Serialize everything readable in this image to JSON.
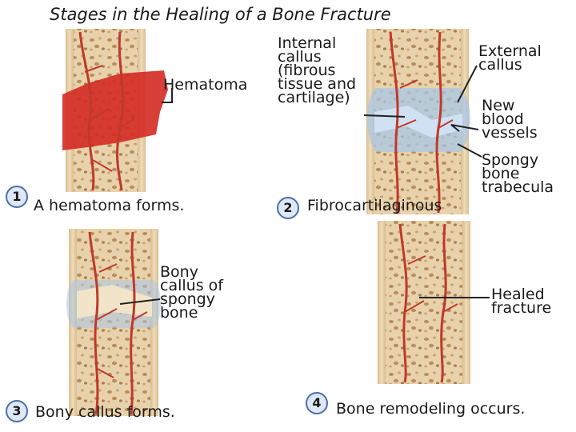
{
  "title": "Stages in the Healing of a Bone Fracture",
  "stages": [
    {
      "number": "1",
      "caption": "A hematoma forms."
    },
    {
      "number": "2",
      "caption": "Fibrocartilaginous"
    },
    {
      "number": "3",
      "caption": "Bony callus forms."
    },
    {
      "number": "4",
      "caption": "Bone remodeling occurs."
    }
  ],
  "labels": {
    "hematoma": "Hematoma",
    "internal_callus": [
      "Internal",
      "callus",
      "(fibrous",
      "tissue and",
      "cartilage)"
    ],
    "external_callus": [
      "External",
      "callus"
    ],
    "new_blood_vessels": [
      "New",
      "blood",
      "vessels"
    ],
    "spongy_bone_trabecula": [
      "Spongy",
      "bone",
      "trabecula"
    ],
    "bony_callus": [
      "Bony",
      "callus of",
      "spongy",
      "bone"
    ],
    "healed_fracture": [
      "Healed",
      "fracture"
    ]
  },
  "colors": {
    "bone": "#e8d2ab",
    "bone_spots": "#b98d5c",
    "vessel": "#c0392b",
    "hematoma": "#d42a22",
    "callus": "#a9c7e6",
    "number_border": "#4a6fa8"
  }
}
